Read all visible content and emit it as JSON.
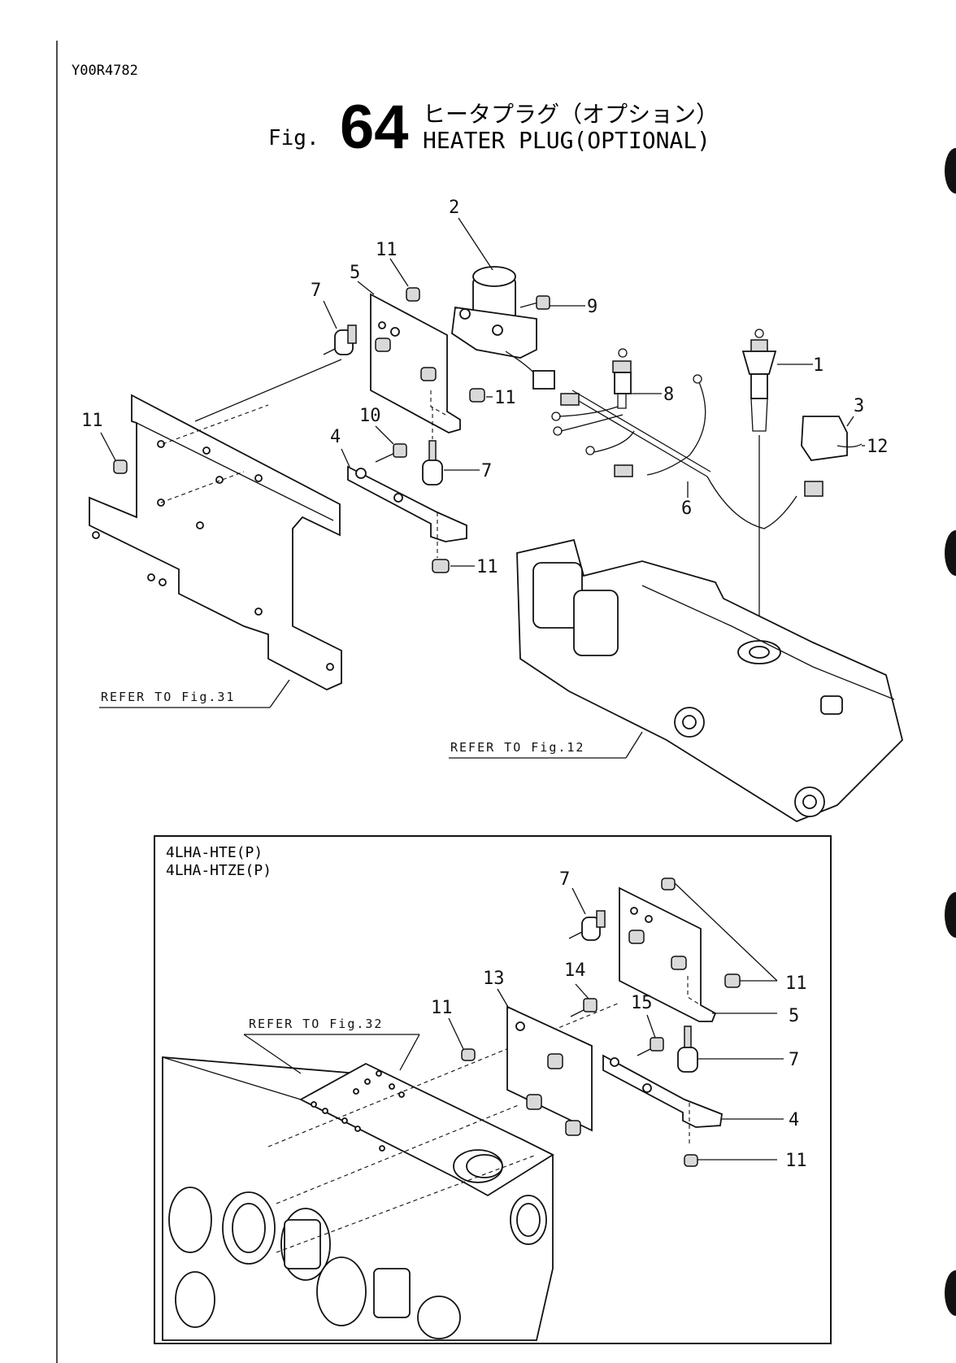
{
  "header": {
    "code": "Y00R4782",
    "fig_prefix": "Fig.",
    "fig_number": "64",
    "title_jp": "ヒータプラグ（オプション）",
    "title_en": "HEATER PLUG(OPTIONAL)"
  },
  "references": {
    "top_left": "REFER TO Fig.31",
    "top_right": "REFER TO Fig.12",
    "inset": "REFER TO Fig.32"
  },
  "inset": {
    "model_1": "4LHA-HTE(P)",
    "model_2": "4LHA-HTZE(P)"
  },
  "callouts_main": {
    "c2": "2",
    "c11a": "11",
    "c5": "5",
    "c7a": "7",
    "c9": "9",
    "c1": "1",
    "c8": "8",
    "c11b": "11",
    "c3": "3",
    "c12": "12",
    "c11c": "11",
    "c10": "10",
    "c4": "4",
    "c7b": "7",
    "c6": "6",
    "c11d": "11"
  },
  "callouts_inset": {
    "c7a": "7",
    "c11a": "11",
    "c5": "5",
    "c13": "13",
    "c14": "14",
    "c15": "15",
    "c11b": "11",
    "c7b": "7",
    "c4": "4",
    "c11c": "11"
  }
}
